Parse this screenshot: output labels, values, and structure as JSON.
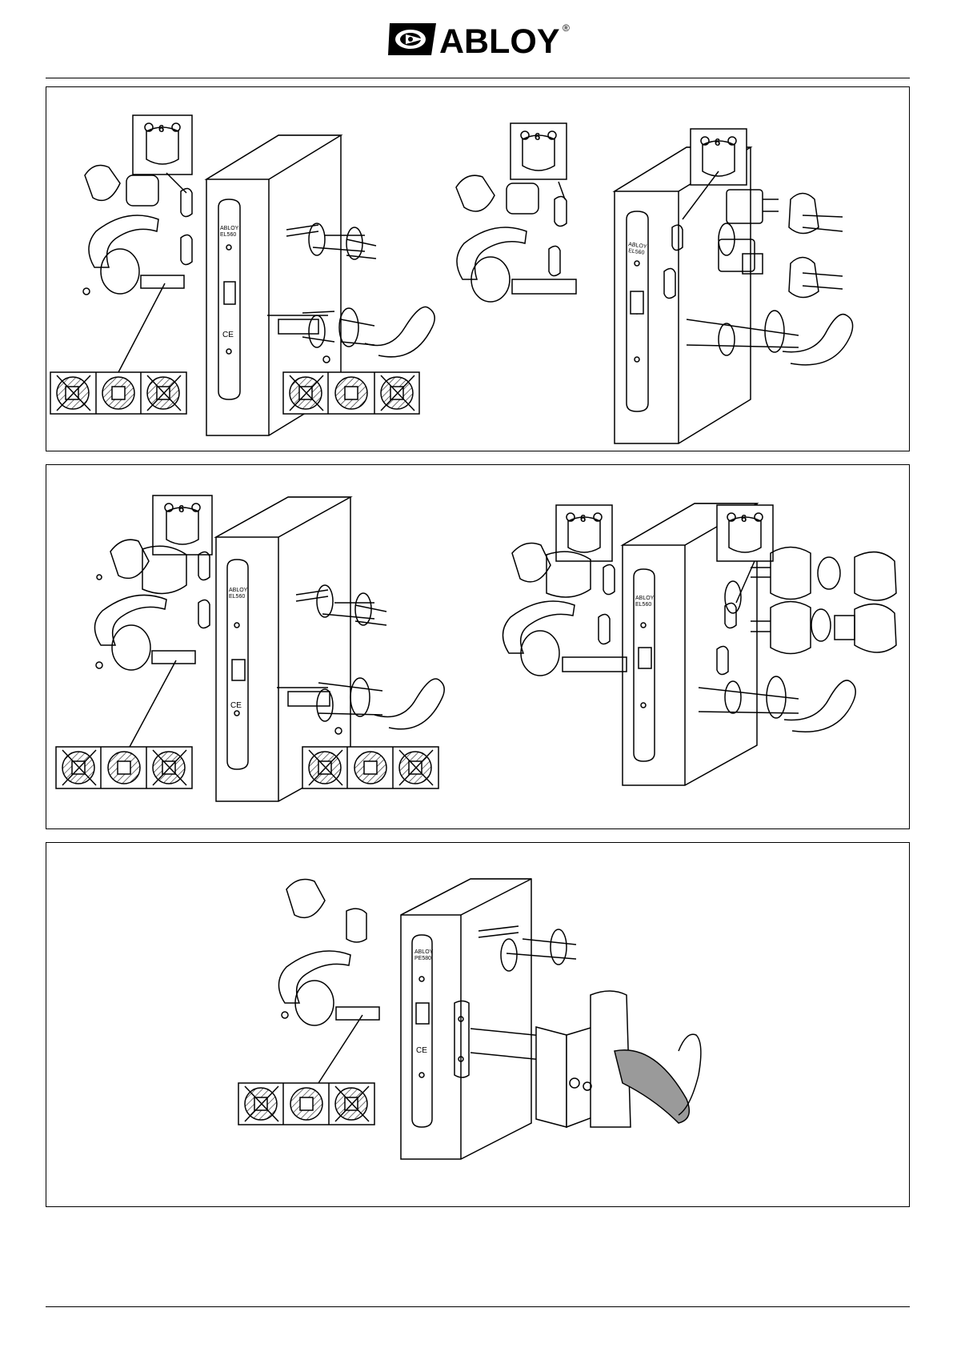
{
  "header": {
    "brand": "ABLOY",
    "registered": "®"
  },
  "lock_label": {
    "line1": "ABLOY",
    "line2_a": "EL560",
    "line2_b": "PE580",
    "ce": "CE"
  },
  "cylinder_badge": {
    "number": "6"
  },
  "colors": {
    "ink": "#000000",
    "paper": "#ffffff",
    "hatch": "#333333",
    "shade": "#9a9a9a"
  }
}
